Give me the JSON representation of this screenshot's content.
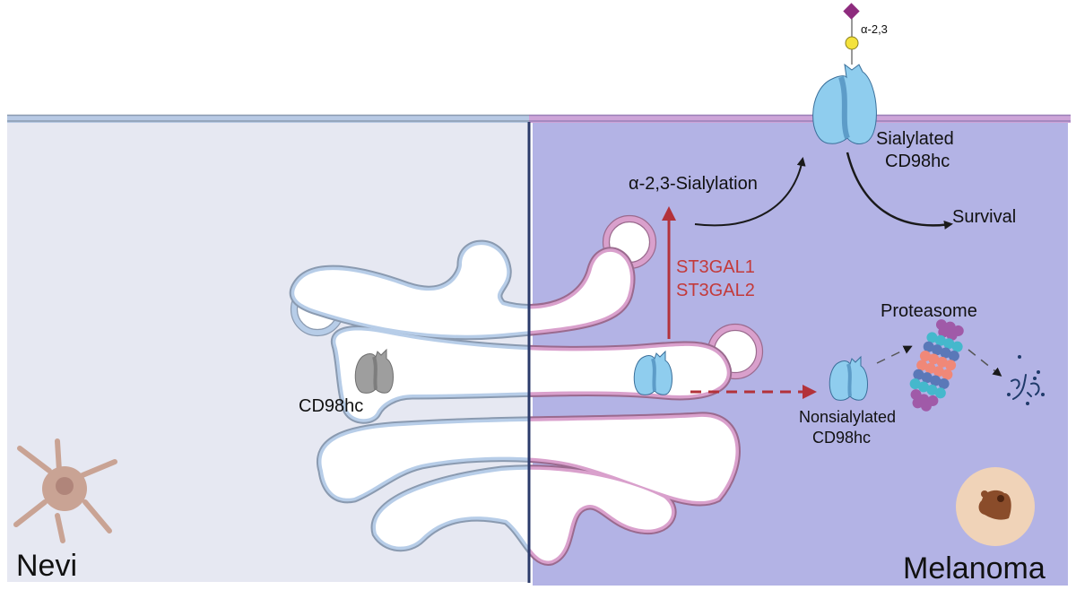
{
  "panels": {
    "left": {
      "label": "Nevi",
      "background": "#e6e8f2",
      "membrane_color": "#b7c9e4"
    },
    "right": {
      "label": "Melanoma",
      "background": "#b3b3e5",
      "membrane_color": "#cda4d8"
    }
  },
  "colors": {
    "golgi_blue": "#b7cde8",
    "golgi_blue_edge": "#8a9ab0",
    "golgi_pink": "#d9a0cc",
    "golgi_pink_edge": "#9a6a8e",
    "divider": "#2b3a6a",
    "protein_blue": "#8fcdee",
    "protein_blue_edge": "#3a6f9a",
    "protein_grey": "#9e9e9e",
    "enzyme_red": "#b3323a",
    "sialic_acid": "#8e2b7e",
    "galactose": "#f4e23c",
    "nevus_cell": "#c9a394",
    "mole_bg": "#f0d3b8",
    "mole_spot": "#8a4c2a"
  },
  "labels": {
    "glycan_linkage": "α-2,3",
    "sialylated_protein": [
      "Sialylated",
      "CD98hc"
    ],
    "sialylation_process": "α-2,3-Sialylation",
    "survival": "Survival",
    "enzymes": [
      "ST3GAL1",
      "ST3GAL2"
    ],
    "proteasome": "Proteasome",
    "nonsialylated_protein": [
      "Nonsialylated",
      "CD98hc"
    ],
    "nevi_protein": "CD98hc"
  }
}
